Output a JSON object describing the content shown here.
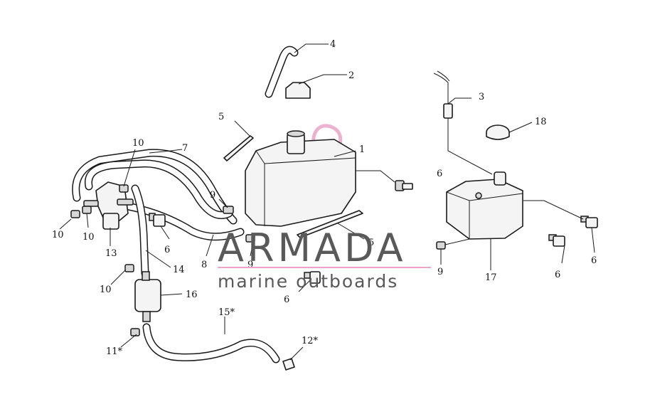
{
  "callouts": [
    {
      "id": "c1",
      "label": "1"
    },
    {
      "id": "c2",
      "label": "2"
    },
    {
      "id": "c3",
      "label": "3"
    },
    {
      "id": "c4",
      "label": "4"
    },
    {
      "id": "c5a",
      "label": "5"
    },
    {
      "id": "c5b",
      "label": "5"
    },
    {
      "id": "c6a",
      "label": "6"
    },
    {
      "id": "c6b",
      "label": "6"
    },
    {
      "id": "c6c",
      "label": "6"
    },
    {
      "id": "c6d",
      "label": "6"
    },
    {
      "id": "c6e",
      "label": "6"
    },
    {
      "id": "c7",
      "label": "7"
    },
    {
      "id": "c8",
      "label": "8"
    },
    {
      "id": "c9a",
      "label": "9"
    },
    {
      "id": "c9b",
      "label": "9"
    },
    {
      "id": "c9c",
      "label": "9"
    },
    {
      "id": "c10a",
      "label": "10"
    },
    {
      "id": "c10b",
      "label": "10"
    },
    {
      "id": "c10c",
      "label": "10"
    },
    {
      "id": "c10d",
      "label": "10"
    },
    {
      "id": "c11",
      "label": "11*"
    },
    {
      "id": "c12",
      "label": "12*"
    },
    {
      "id": "c13",
      "label": "13"
    },
    {
      "id": "c14",
      "label": "14"
    },
    {
      "id": "c15",
      "label": "15*"
    },
    {
      "id": "c16",
      "label": "16"
    },
    {
      "id": "c17",
      "label": "17"
    },
    {
      "id": "c18",
      "label": "18"
    }
  ],
  "watermark": {
    "brand": "ARMADA",
    "tagline": "marine outboards",
    "logo_color": "#e8a6c8",
    "text_color": "#595959"
  }
}
